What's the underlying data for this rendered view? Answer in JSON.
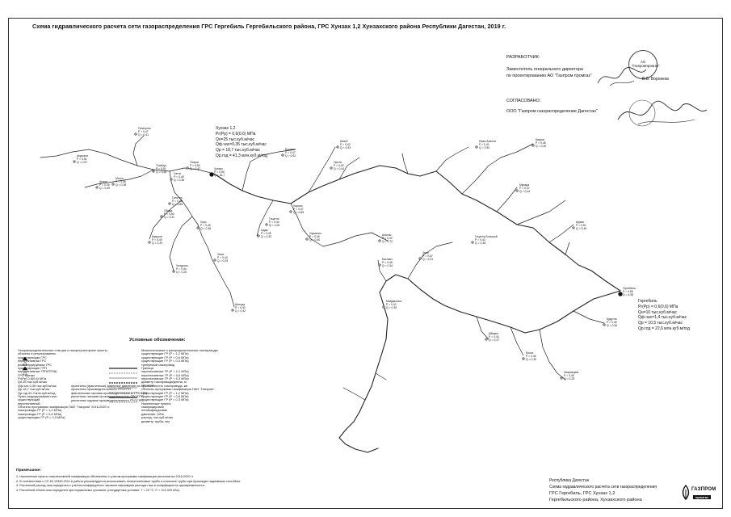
{
  "title": "Схема гидравлического расчета сети газораспределения ГРС Гергебиль Гергебильского района, ГРС Хунзах 1,2 Хунзахского района Республики Дагестан, 2019 г.",
  "developer": {
    "heading": "РАЗРАБОТЧИК:",
    "lines": [
      "Заместитель генерального директора",
      "по проектированию АО \"Газпром промгаз\""
    ],
    "signer": "В.В. Воронков",
    "logo": [
      "АО",
      "\"Газпромпромгаз\""
    ]
  },
  "agreed": {
    "heading": "СОГЛАСОВАНО:",
    "org": "ООО \"Газпром газораспределение Дагестан\""
  },
  "sources": [
    {
      "lines": [
        "Хунзах 1,2",
        "Рг(Рр) = 0,6(0,6) МПа",
        "Qн=25 тыс.куб.м/час",
        "Qф.час=0,35 тыс.куб.м/час",
        "Qр = 18,7 тыс.куб.м/час",
        "Qр.год = 41,3 млн.куб.м/год"
      ]
    },
    {
      "lines": [
        "Гергебиль",
        "Рг(Рр) = 0,6(0,6) МПа",
        "Qн=10 тыс.куб.м/час",
        "Qф.час=1,4 тыс.куб.м/час",
        "Qр = 10,5 тыс.куб.м/час",
        "Qр.год = 22,6 млн.куб.м/год"
      ]
    }
  ],
  "legend": {
    "title": "Условные обозначения:",
    "col1": [
      "Газораспределительные станции и газорегуляторные пункты,",
      "объекты и регулирования:",
      "существующая ГРС",
      "перспективная ГРС",
      "реконструируемая ГРС",
      "существующие ГРП",
      "перспективные ГРП/ГРПШ",
      "ГРС Хунзах",
      "Рг(Рр) 0,6(0,6) МПа",
      "Qн 25 тыс.куб.м/час",
      "Qф.час 0,35 тыс.куб.м/час",
      "Qр 18,7 тыс.куб.м/час",
      "Qр.год 41,3 млн.куб.м/год",
      "Пункт редуцирования газа:",
      "существующий",
      "перспективный",
      "Объекты программы газификации ПАО \"Газпром\" 2016-2020 гг.",
      "газопроводы ГР (Р = 1,2 МПа)",
      "газопроводы ГР (Р = 0,6 МПа)",
      "существующие ГР (Р = 0,3 МПа)"
    ],
    "col2": [
      "проектная (фактически) давление давление на ГРС/ГРП",
      "проектная производительность ГРС/ГРП",
      "фактическая часовая производительность ГРС/ГРП",
      "расчетная часовая производительность ГРС/ГРП",
      "расчетная годовая производительность ГРС/ГРП"
    ],
    "col3": [
      "Межпоселковые и распределительные газопроводы:",
      "существующие ГР (Р = 1,2 МПа)",
      "существующие ГР (Р = 0,6 МПа)",
      "существующие ГР (Р = 0,3 МПа)",
      "требуемый газопровод",
      "Граница",
      "перспективные ГР (Р = 1,2 МПа)",
      "перспективные ГР (Р = 0,6 МПа)",
      "перспективные ГР (Р = 0,3 МПа)",
      "диаметр газопровода/длина, м",
      "протяженность газопровода, км",
      "Объекты программы газификации ПАО \"Газпром\":",
      "существующие ГР (Р = 1,2 МПа)",
      "существующие ГР (Р = 0,6 МПа)",
      "существующие ГР (Р = 0,3 МПа)",
      "Населенные пункты:",
      "газифицирован",
      "негазифицирован",
      "давление, МПа",
      "расход, тыс.куб.м/час",
      "диаметр трубы, мм"
    ]
  },
  "notes": {
    "heading": "Примечание:",
    "lines": [
      "1. Населенные пункты перспективной газификации обозначены с учетом программы газификации регионов на 2016-2020 гг.",
      "2. В соответствии с СП 62.13330.2011 в работе рекомендуется использовать полиэтиленовые трубы и стальные трубы при прокладке надземным способом.",
      "3. Расчетный расход газа определен с учетом коэффициента часового максимума расхода газа и коэффициента одновременности.",
      "4. Расчетный объем газа определен при нормальных условиях (стандартные условия: Т = 20 °C, Р = 101,325 кПа)."
    ]
  },
  "stamp": {
    "lines": [
      "Республика Дагестан",
      "Схема гидравлического расчета сети газораспределения",
      "ГРС Гергебиль, ГРС Хунзах 1,2",
      "Гергебильского района, Хунзахского района"
    ],
    "brand": "ГАЗПРОМ",
    "brand_sub": "промгаз"
  },
  "nodes": [
    {
      "name": "Хунзах",
      "p": "0,55",
      "q": "18,7"
    },
    {
      "name": "Акушали",
      "p": "0,51",
      "q": "0,57"
    },
    {
      "name": "Арани",
      "p": "0,49",
      "q": "0,49"
    },
    {
      "name": "Бурдеки",
      "p": "0,47",
      "q": "0,62"
    },
    {
      "name": "Гинта",
      "p": "0,48",
      "q": "0,36"
    },
    {
      "name": "Голотль",
      "p": "0,46",
      "q": "0,55"
    },
    {
      "name": "Гоцатль",
      "p": "0,44",
      "q": "1,06"
    },
    {
      "name": "Геничутль",
      "p": "0,47",
      "q": "0,41"
    },
    {
      "name": "Кахиб",
      "p": "0,42",
      "q": "0,53"
    },
    {
      "name": "Мочох",
      "p": "0,48",
      "q": "0,38"
    },
    {
      "name": "Нижн.Ахалчи",
      "p": "0,41",
      "q": "0,54"
    },
    {
      "name": "Обода",
      "p": "0,50",
      "q": "0,31"
    },
    {
      "name": "Оротá",
      "p": "0,52",
      "q": "0,44"
    },
    {
      "name": "Сиух",
      "p": "0,45",
      "q": "0,38"
    },
    {
      "name": "Тлайлух",
      "p": "0,51",
      "q": "0,28"
    },
    {
      "name": "Тануси",
      "p": "0,50",
      "q": "0,47"
    },
    {
      "name": "Харахи",
      "p": "0,47",
      "q": "0,65"
    },
    {
      "name": "Хини",
      "p": "0,43",
      "q": "0,29"
    },
    {
      "name": "Хариколо",
      "p": "0,46",
      "q": "0,50"
    },
    {
      "name": "Цада",
      "p": "0,49",
      "q": "0,33"
    },
    {
      "name": "Чондотль",
      "p": "0,44",
      "q": "0,25"
    },
    {
      "name": "Шотода",
      "p": "0,40",
      "q": "0,42"
    },
    {
      "name": "Ахалчи",
      "p": "0,42",
      "q": "0,72"
    },
    {
      "name": "Батлаич",
      "p": "0,48",
      "q": "0,34"
    },
    {
      "name": "Мушули",
      "p": "0,40",
      "q": "0,29"
    },
    {
      "name": "Зало",
      "p": "0,47",
      "q": "0,31"
    },
    {
      "name": "Гергебиль",
      "p": "0,55",
      "q": "4,95"
    },
    {
      "name": "Курми",
      "p": "0,51",
      "q": "0,45"
    },
    {
      "name": "Кикуни",
      "p": "0,48",
      "q": "0,40"
    },
    {
      "name": "Мурада",
      "p": "0,47",
      "q": "0,44"
    },
    {
      "name": "Аймаки",
      "p": "0,44",
      "q": "0,37"
    },
    {
      "name": "Могох",
      "p": "0,46",
      "q": "0,39"
    },
    {
      "name": "Хвартикуни",
      "p": "0,45",
      "q": "0,28"
    },
    {
      "name": "Кудутль",
      "p": "0,46",
      "q": "0,36"
    },
    {
      "name": "Гоцатль Большой",
      "p": "0,43",
      "q": "0,35"
    },
    {
      "name": "Майданскoe",
      "p": "0,42",
      "q": "0,30"
    }
  ]
}
